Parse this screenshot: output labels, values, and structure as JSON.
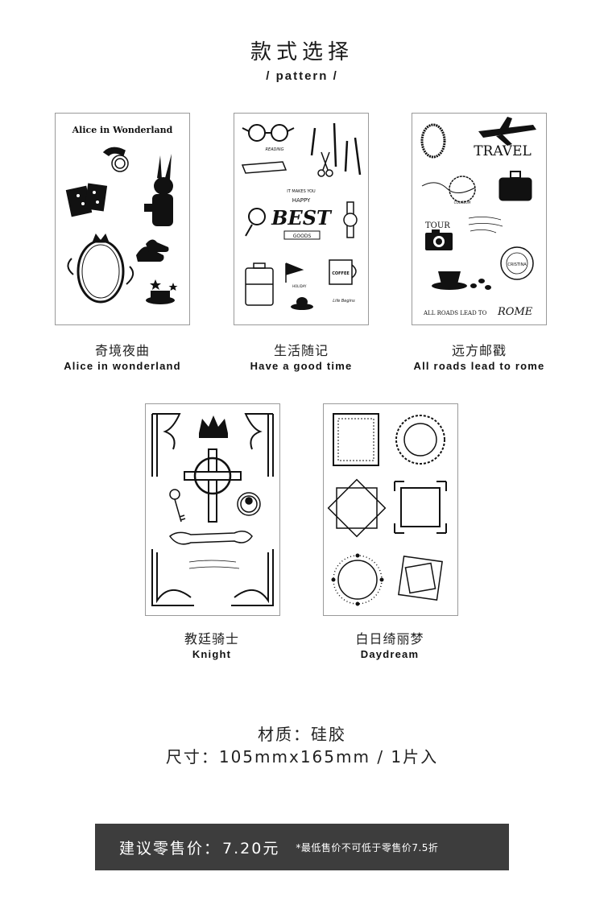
{
  "header": {
    "title": "款式选择",
    "subtitle": "/ pattern /"
  },
  "cards": [
    {
      "name_cn": "奇境夜曲",
      "name_en": "Alice in wonderland",
      "art_text": {
        "heading": "Alice in Wonderland"
      }
    },
    {
      "name_cn": "生活随记",
      "name_en": "Have a good time",
      "art_text": {
        "reading": "READING",
        "makes": "IT MAKES YOU",
        "happy": "HAPPY",
        "best": "BEST",
        "goods": "GOODS",
        "coffee": "COFFEE",
        "holiday": "HOLIDAY",
        "life": "Life Begins"
      }
    },
    {
      "name_cn": "远方邮戳",
      "name_en": "All roads lead to rome",
      "art_text": {
        "travel": "TRAVEL",
        "tour": "TOUR",
        "roads": "ALL ROADS LEAD TO",
        "rome": "ROME",
        "coliseum": "COLISEUM",
        "cristina": "CRISTINA"
      }
    },
    {
      "name_cn": "教廷骑士",
      "name_en": "Knight",
      "art_text": {}
    },
    {
      "name_cn": "白日绮丽梦",
      "name_en": "Daydream",
      "art_text": {}
    }
  ],
  "specs": {
    "material": "材质：硅胶",
    "size": "尺寸：105mmx165mm / 1片入"
  },
  "price": {
    "label": "建议零售价：",
    "value": "7.20元",
    "note": "*最低售价不可低于零售价7.5折"
  }
}
